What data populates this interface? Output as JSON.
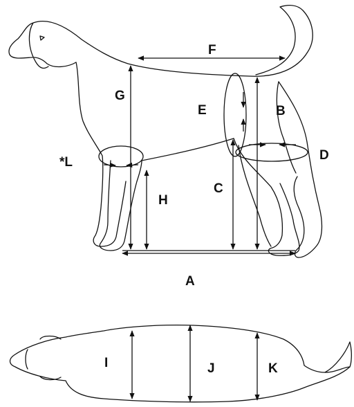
{
  "labels": {
    "A": "A",
    "B": "B",
    "C": "C",
    "D": "D",
    "E": "E",
    "F": "F",
    "G": "G",
    "H": "H",
    "I": "I",
    "J": "J",
    "K": "K",
    "L": "*L"
  },
  "colors": {
    "line": "#111111",
    "background": "#ffffff"
  }
}
